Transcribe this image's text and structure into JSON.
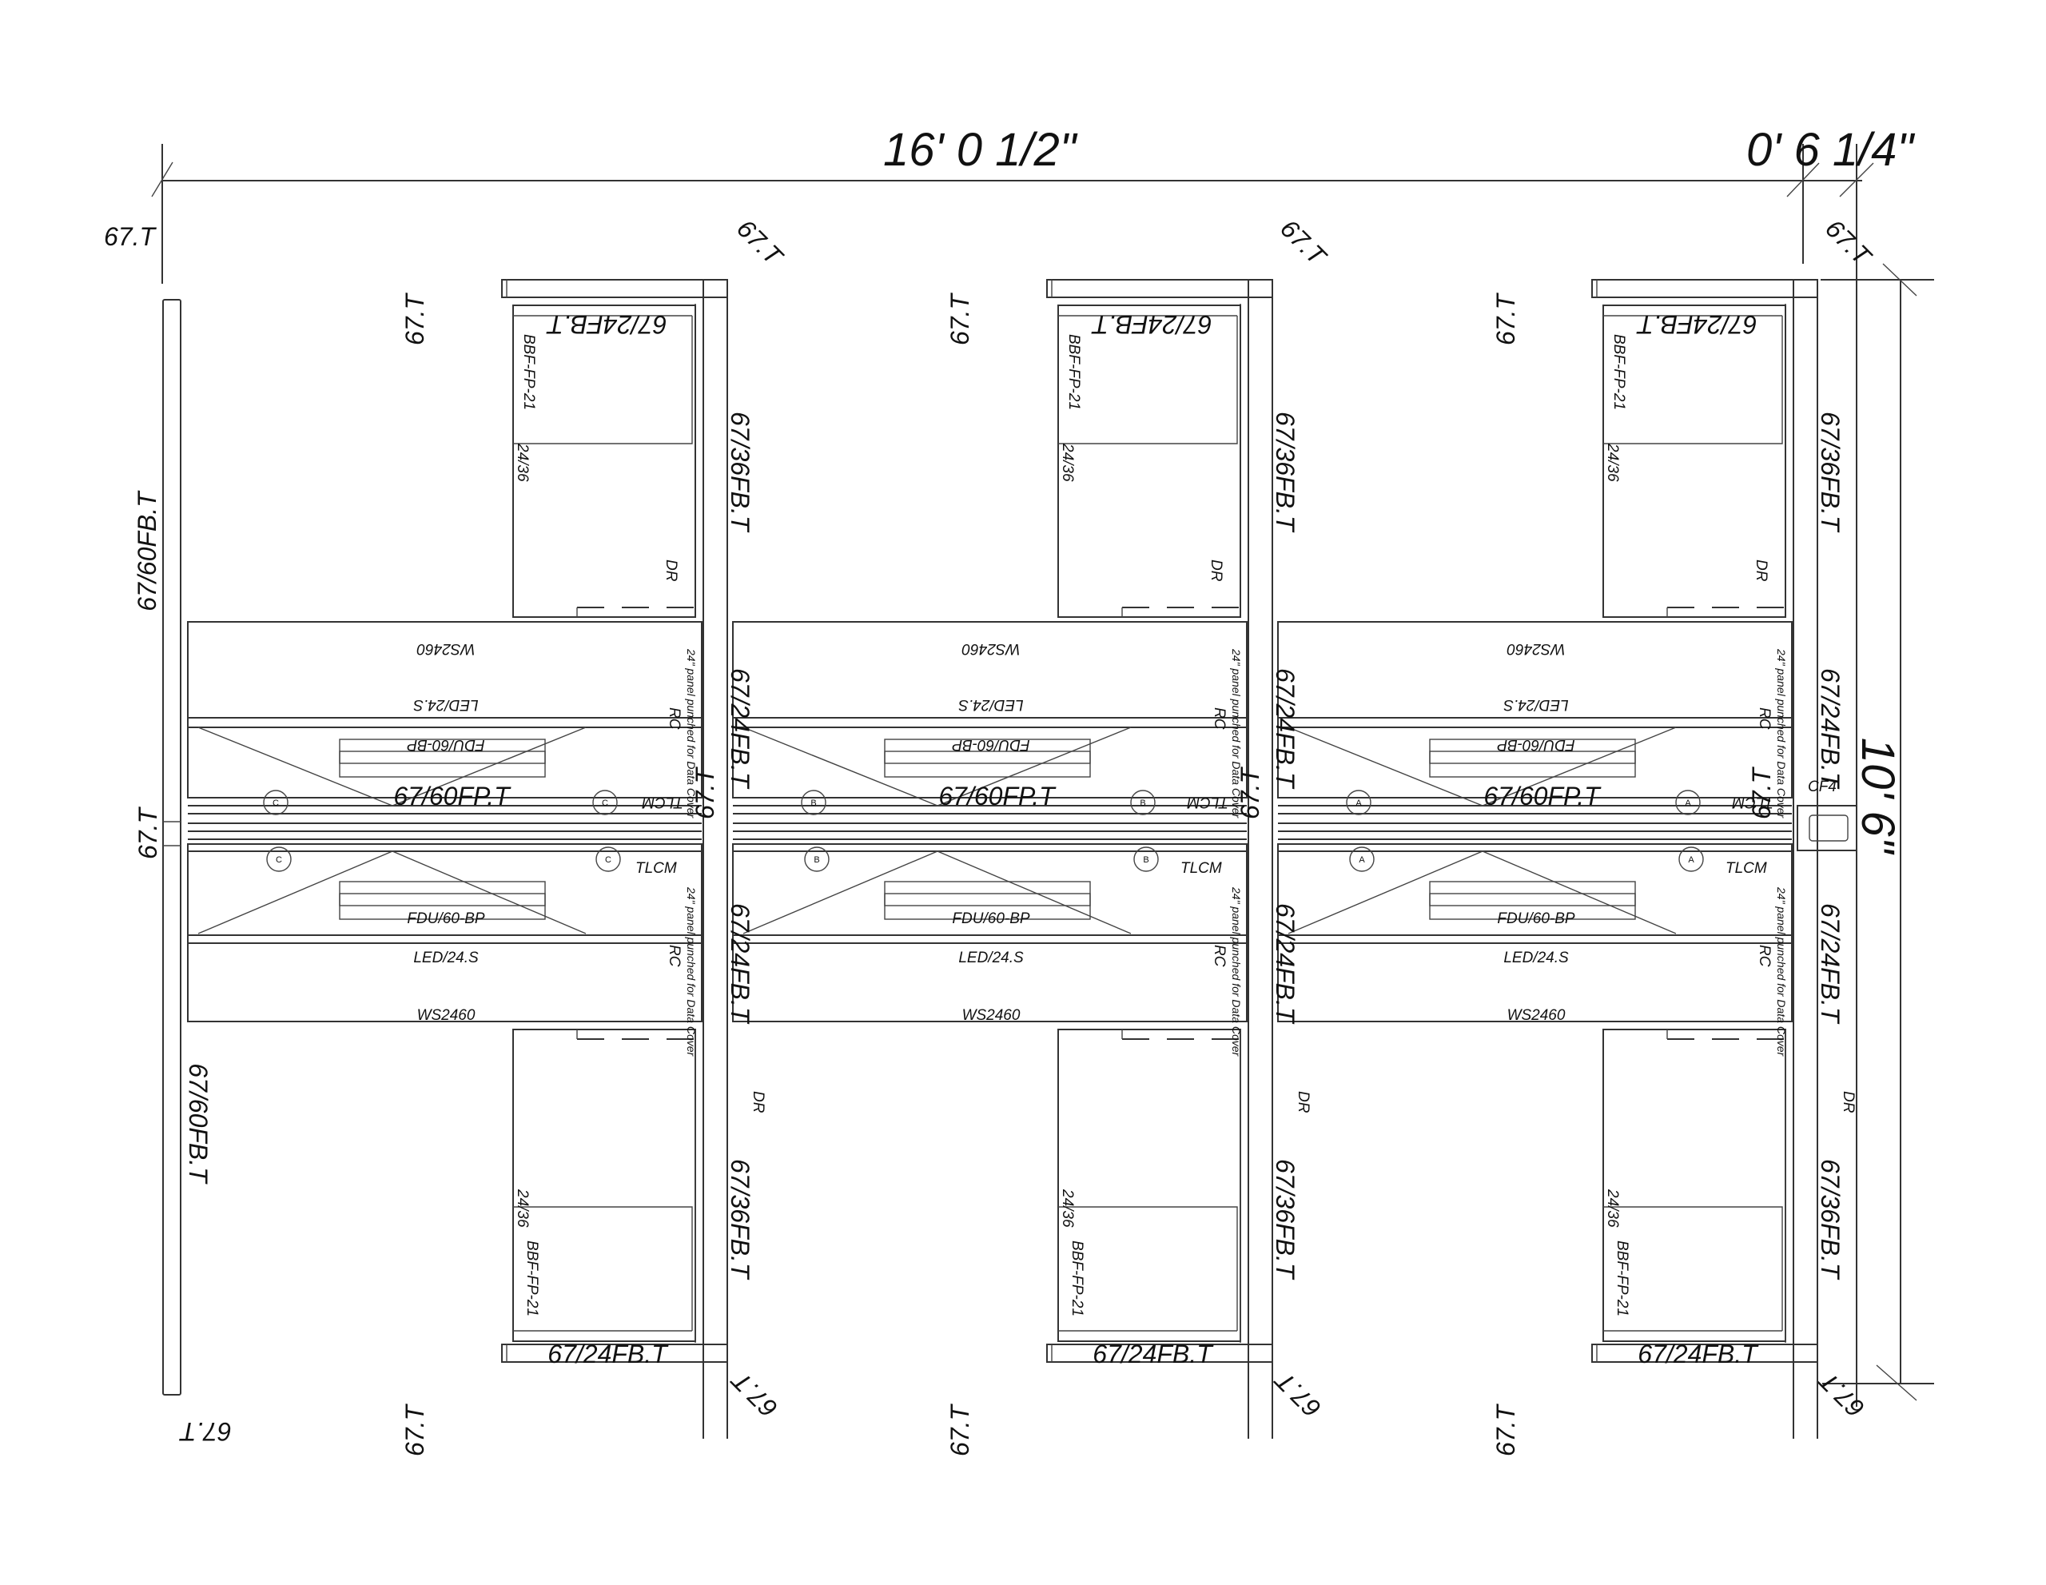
{
  "drawing": {
    "type": "workstation floor plan",
    "stroke_color": "#333333",
    "background": "#ffffff"
  },
  "dimensions": {
    "overall_width": "16' 0 1/2\"",
    "end_offset": "0' 6 1/4\"",
    "overall_depth": "10' 6\""
  },
  "panel_labels": {
    "post": "67.T",
    "end_panel_left": "67/60FB.T",
    "spine_panel": "67/60FP.T",
    "return_panel_36": "67/36FB.T",
    "return_panel_24": "67/24FB.T",
    "connector": "CF4",
    "spine_post": "67.T"
  },
  "component_labels": {
    "worksurface": "WS2460",
    "led_light": "LED/24.S",
    "flipper_door_unit": "FDU/60-BP",
    "pedestal": "BBF-FP-21",
    "return_size": "24/36",
    "drawer": "DR",
    "cable_manager": "TLCM",
    "raceway": "RC",
    "data_cover_note": "24\" panel punched for Data Cover"
  },
  "modules": [
    {
      "id": "module-1",
      "circle_letter": "C"
    },
    {
      "id": "module-2",
      "circle_letter": "B"
    },
    {
      "id": "module-3",
      "circle_letter": "A"
    }
  ]
}
